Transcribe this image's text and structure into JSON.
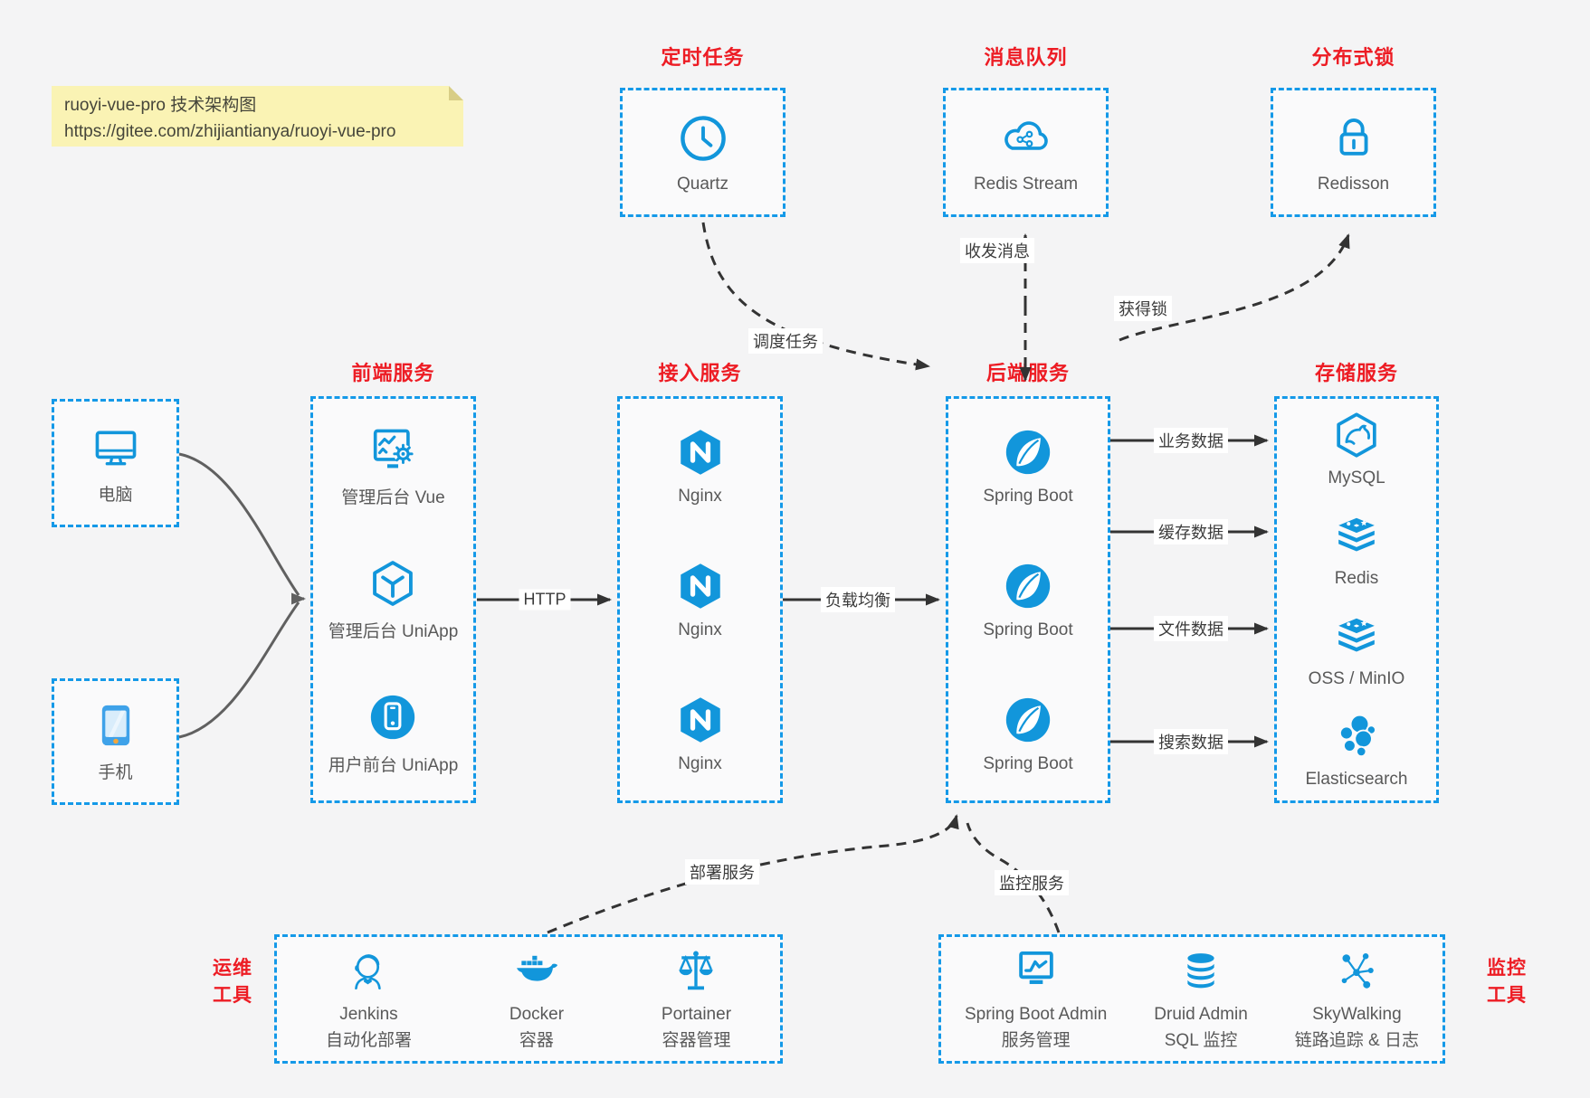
{
  "note": {
    "line1": "ruoyi-vue-pro 技术架构图",
    "line2": "https://gitee.com/zhijiantianya/ruoyi-vue-pro"
  },
  "colors": {
    "accent_blue": "#1296db",
    "border_blue": "#1499e8",
    "title_red": "#ed1c24",
    "arrow_black": "#333333",
    "arrow_gray": "#606060",
    "note_bg": "#faf3b4",
    "canvas_bg": "#f4f4f5"
  },
  "top_groups": [
    {
      "title": "定时任务",
      "icon": "clock-icon",
      "label": "Quartz"
    },
    {
      "title": "消息队列",
      "icon": "redis-stream-cloud-icon",
      "label": "Redis Stream"
    },
    {
      "title": "分布式锁",
      "icon": "lock-icon",
      "label": "Redisson"
    }
  ],
  "devices": [
    {
      "icon": "desktop-icon",
      "label": "电脑"
    },
    {
      "icon": "mobile-icon",
      "label": "手机"
    }
  ],
  "columns": [
    {
      "title": "前端服务",
      "items": [
        {
          "icon": "admin-vue-icon",
          "label": "管理后台 Vue"
        },
        {
          "icon": "uniapp-cube-icon",
          "label": "管理后台 UniApp"
        },
        {
          "icon": "user-app-icon",
          "label": "用户前台 UniApp"
        }
      ]
    },
    {
      "title": "接入服务",
      "items": [
        {
          "icon": "nginx-icon",
          "label": "Nginx"
        },
        {
          "icon": "nginx-icon",
          "label": "Nginx"
        },
        {
          "icon": "nginx-icon",
          "label": "Nginx"
        }
      ]
    },
    {
      "title": "后端服务",
      "items": [
        {
          "icon": "spring-boot-icon",
          "label": "Spring Boot"
        },
        {
          "icon": "spring-boot-icon",
          "label": "Spring Boot"
        },
        {
          "icon": "spring-boot-icon",
          "label": "Spring Boot"
        }
      ]
    },
    {
      "title": "存储服务",
      "items": [
        {
          "icon": "mysql-icon",
          "label": "MySQL"
        },
        {
          "icon": "redis-icon",
          "label": "Redis"
        },
        {
          "icon": "oss-minio-icon",
          "label": "OSS / MinIO"
        },
        {
          "icon": "elasticsearch-icon",
          "label": "Elasticsearch"
        }
      ]
    }
  ],
  "bottom_groups": [
    {
      "title_line1": "运维",
      "title_line2": "工具",
      "items": [
        {
          "icon": "jenkins-icon",
          "label": "Jenkins",
          "sublabel": "自动化部署"
        },
        {
          "icon": "docker-icon",
          "label": "Docker",
          "sublabel": "容器"
        },
        {
          "icon": "portainer-icon",
          "label": "Portainer",
          "sublabel": "容器管理"
        }
      ]
    },
    {
      "title_line1": "监控",
      "title_line2": "工具",
      "items": [
        {
          "icon": "spring-boot-admin-icon",
          "label": "Spring Boot Admin",
          "sublabel": "服务管理"
        },
        {
          "icon": "druid-icon",
          "label": "Druid Admin",
          "sublabel": "SQL 监控"
        },
        {
          "icon": "skywalking-icon",
          "label": "SkyWalking",
          "sublabel": "链路追踪 & 日志"
        }
      ]
    }
  ],
  "edge_labels": {
    "http": "HTTP",
    "load_balance": "负载均衡",
    "schedule": "调度任务",
    "message": "收发消息",
    "lock": "获得锁",
    "business_data": "业务数据",
    "cache_data": "缓存数据",
    "file_data": "文件数据",
    "search_data": "搜索数据",
    "deploy": "部署服务",
    "monitor": "监控服务"
  }
}
